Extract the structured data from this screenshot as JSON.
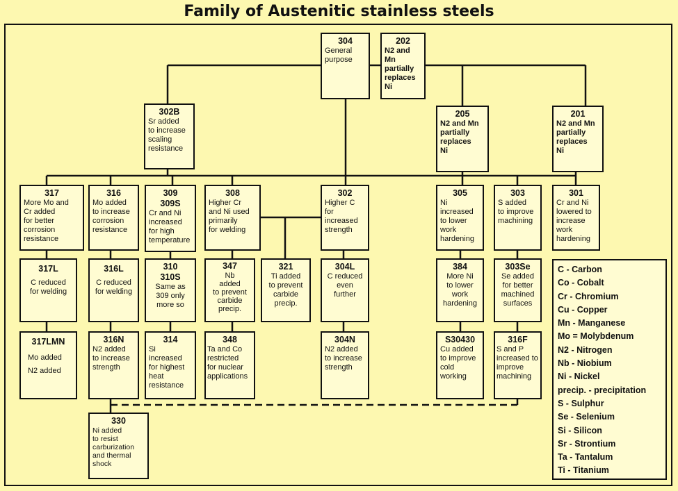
{
  "title": "Family of Austenitic stainless steels",
  "grades": {
    "g304": {
      "code": "304",
      "desc": "General\npurpose"
    },
    "g202": {
      "code": "202",
      "desc": "N2 and Mn\npartially\nreplaces\nNi"
    },
    "g302b": {
      "code": "302B",
      "desc": "Sr added\nto increase\nscaling\nresistance"
    },
    "g205": {
      "code": "205",
      "desc": "N2 and Mn\npartially\nreplaces\nNi"
    },
    "g201": {
      "code": "201",
      "desc": "N2 and Mn\npartially\nreplaces\nNi"
    },
    "g317": {
      "code": "317",
      "desc": "More Mo and\nCr added\nfor better\ncorrosion\nresistance"
    },
    "g316": {
      "code": "316",
      "desc": "Mo added\nto increase\ncorrosion\nresistance"
    },
    "g309": {
      "code": "309\n309S",
      "desc": "Cr and Ni\nincreased\nfor high\ntemperature"
    },
    "g308": {
      "code": "308",
      "desc": "Higher Cr\nand Ni used\nprimarily\nfor welding"
    },
    "g302": {
      "code": "302",
      "desc": "Higher C\nfor\nincreased\nstrength"
    },
    "g305": {
      "code": "305",
      "desc": "Ni\nincreased\nto lower\nwork\nhardening"
    },
    "g303": {
      "code": "303",
      "desc": "S added\nto improve\nmachining"
    },
    "g301": {
      "code": "301",
      "desc": "Cr and Ni\nlowered to\nincrease\nwork\nhardening"
    },
    "g317l": {
      "code": "317L",
      "desc": "C reduced\nfor welding"
    },
    "g316l": {
      "code": "316L",
      "desc": "C reduced\nfor welding"
    },
    "g310": {
      "code": "310\n310S",
      "desc": "Same as\n309 only\nmore so"
    },
    "g347": {
      "code": "347",
      "desc": "Nb\nadded\nto prevent\ncarbide\nprecip."
    },
    "g321": {
      "code": "321",
      "desc": "Ti added\nto prevent\ncarbide\nprecip."
    },
    "g304l": {
      "code": "304L",
      "desc": "C reduced\neven\nfurther"
    },
    "g384": {
      "code": "384",
      "desc": "More Ni\nto lower\nwork\nhardening"
    },
    "g303se": {
      "code": "303Se",
      "desc": "Se added\nfor better\nmachined\nsurfaces"
    },
    "g317lmn": {
      "code": "317LMN",
      "desc": "Mo added\nN2 added"
    },
    "g316n": {
      "code": "316N",
      "desc": "N2 added\nto increase\nstrength"
    },
    "g314": {
      "code": "314",
      "desc": "Si\nincreased\nfor highest\nheat\nresistance"
    },
    "g348": {
      "code": "348",
      "desc": "Ta and Co\nrestricted\nfor nuclear\napplications"
    },
    "g304n": {
      "code": "304N",
      "desc": "N2 added\nto increase\nstrength"
    },
    "gs30430": {
      "code": "S30430",
      "desc": "Cu added\nto improve\ncold\nworking"
    },
    "g316f": {
      "code": "316F",
      "desc": "S and P\nincreased to\nimprove\nmachining"
    },
    "g330": {
      "code": "330",
      "desc": "Ni added\nto resist\ncarburization\nand thermal\nshock"
    }
  },
  "legend": [
    "C - Carbon",
    "Co - Cobalt",
    "Cr - Chromium",
    "Cu - Copper",
    "Mn - Manganese",
    "Mo = Molybdenum",
    "N2 - Nitrogen",
    "Nb - Niobium",
    "Ni - Nickel",
    "precip. - precipitation",
    "S - Sulphur",
    "Se - Selenium",
    "Si - Silicon",
    "Sr - Strontium",
    "Ta - Tantalum",
    "Ti - Titanium"
  ]
}
